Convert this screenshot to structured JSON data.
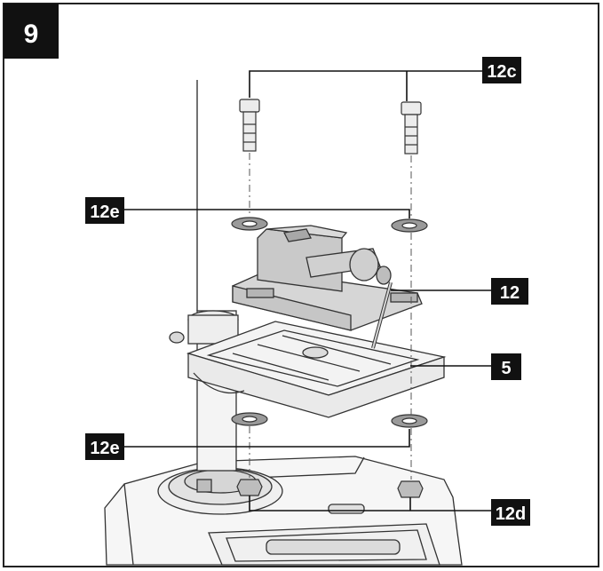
{
  "figure": {
    "number": "9"
  },
  "callouts": {
    "bolts": "12c",
    "washers_top": "12e",
    "vice": "12",
    "table": "5",
    "washers_bottom": "12e",
    "nuts": "12d"
  },
  "colors": {
    "frame": "#222222",
    "label_bg": "#111111",
    "label_text": "#ffffff",
    "part_fill": "#f4f4f4",
    "vice_fill": "#c8c8c8",
    "washer_fill": "#9a9a9a"
  }
}
